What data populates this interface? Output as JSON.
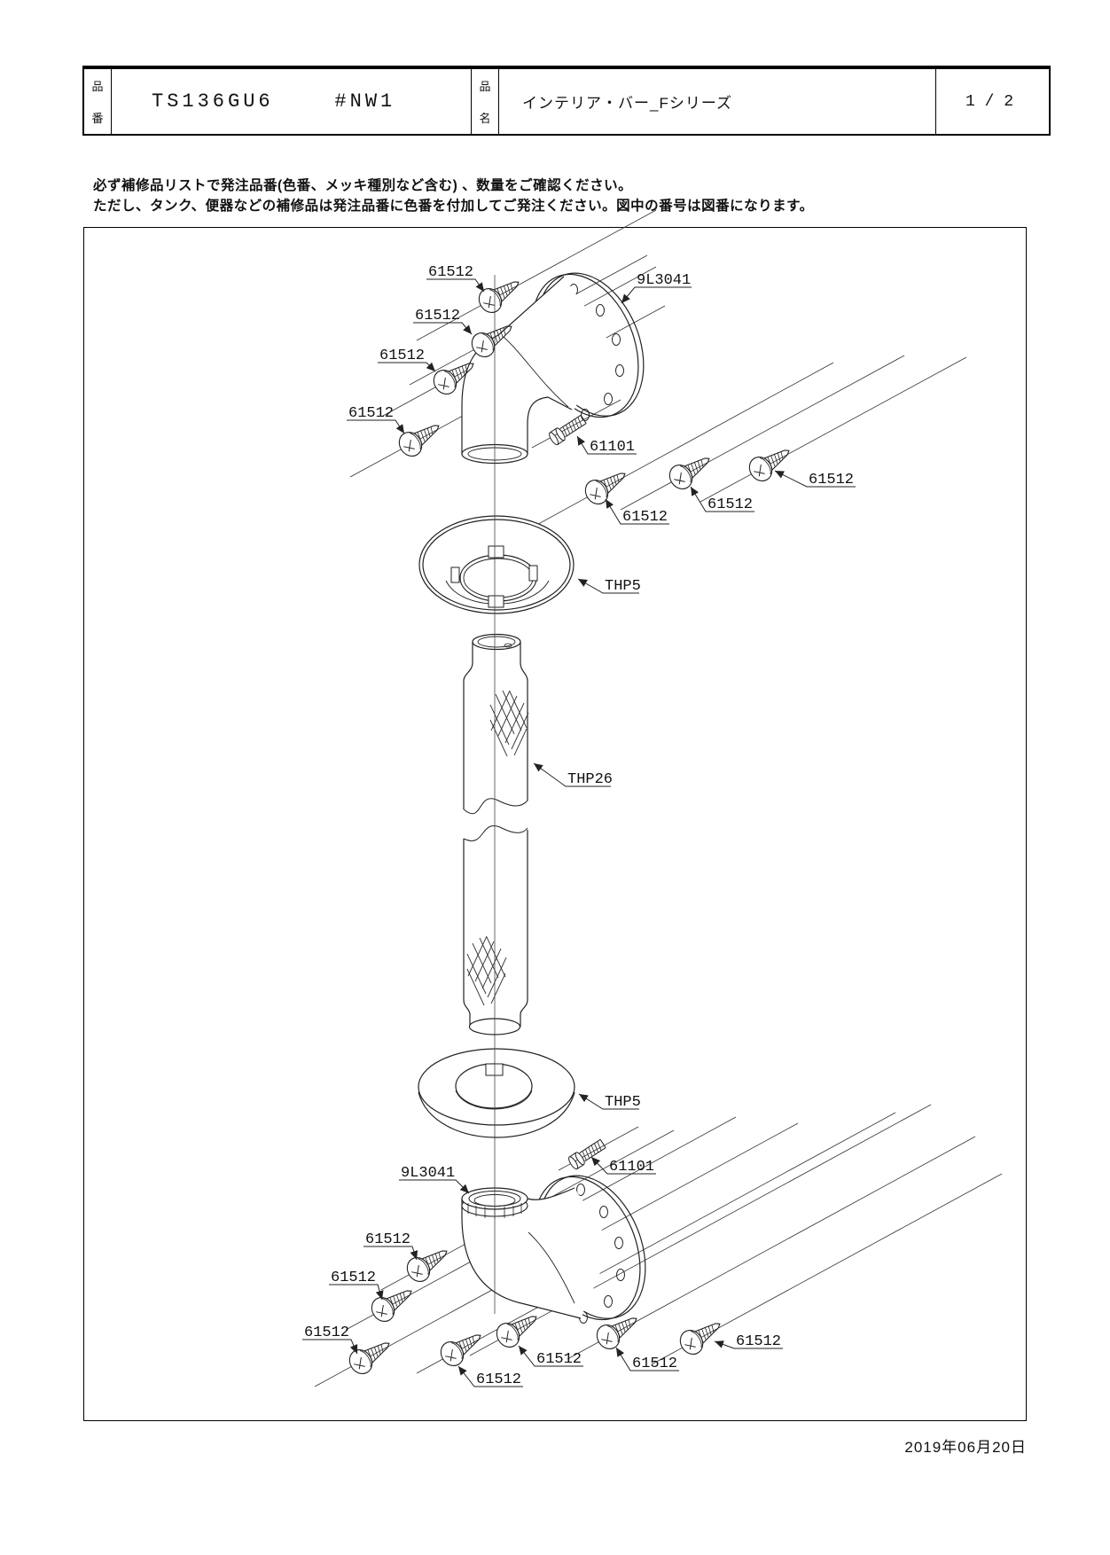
{
  "header": {
    "part_no_label": [
      "品",
      "番"
    ],
    "part_number": "TS136GU6    #NW1",
    "part_name_label": [
      "品",
      "名"
    ],
    "part_name": "インテリア・バー_Fシリーズ",
    "page": "1 / 2"
  },
  "notice": {
    "line1": "必ず補修品リストで発注品番(色番、メッキ種別など含む) 、数量をご確認ください。",
    "line2": "ただし、タンク、便器などの補修品は発注品番に色番を付加してご発注ください。図中の番号は図番になります。"
  },
  "diagram": {
    "callouts": [
      {
        "text": "61512"
      },
      {
        "text": "61512"
      },
      {
        "text": "61512"
      },
      {
        "text": "61512"
      },
      {
        "text": "9L3041"
      },
      {
        "text": "61101"
      },
      {
        "text": "61512"
      },
      {
        "text": "61512"
      },
      {
        "text": "61512"
      },
      {
        "text": "THP5"
      },
      {
        "text": "THP26"
      },
      {
        "text": "THP5"
      },
      {
        "text": "61101"
      },
      {
        "text": "9L3041"
      },
      {
        "text": "61512"
      },
      {
        "text": "61512"
      },
      {
        "text": "61512"
      },
      {
        "text": "61512"
      },
      {
        "text": "61512"
      },
      {
        "text": "61512"
      },
      {
        "text": "61512"
      }
    ]
  },
  "footer": {
    "date": "2019年06月20日"
  }
}
